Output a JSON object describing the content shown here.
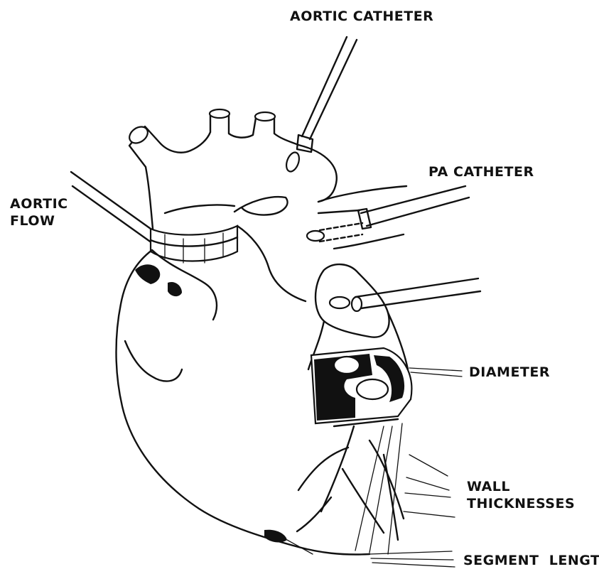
{
  "labels": {
    "aortic_catheter": "AORTIC CATHETER",
    "pa_catheter": "PA CATHETER",
    "aortic_flow_line1": "AORTIC",
    "aortic_flow_line2": "FLOW",
    "diameter": "DIAMETER",
    "wall_line1": "WALL",
    "wall_line2": "THICKNESSES",
    "segment_length": "SEGMENT  LENGTH"
  },
  "colors": {
    "ink": "#111111",
    "background": "#ffffff"
  }
}
